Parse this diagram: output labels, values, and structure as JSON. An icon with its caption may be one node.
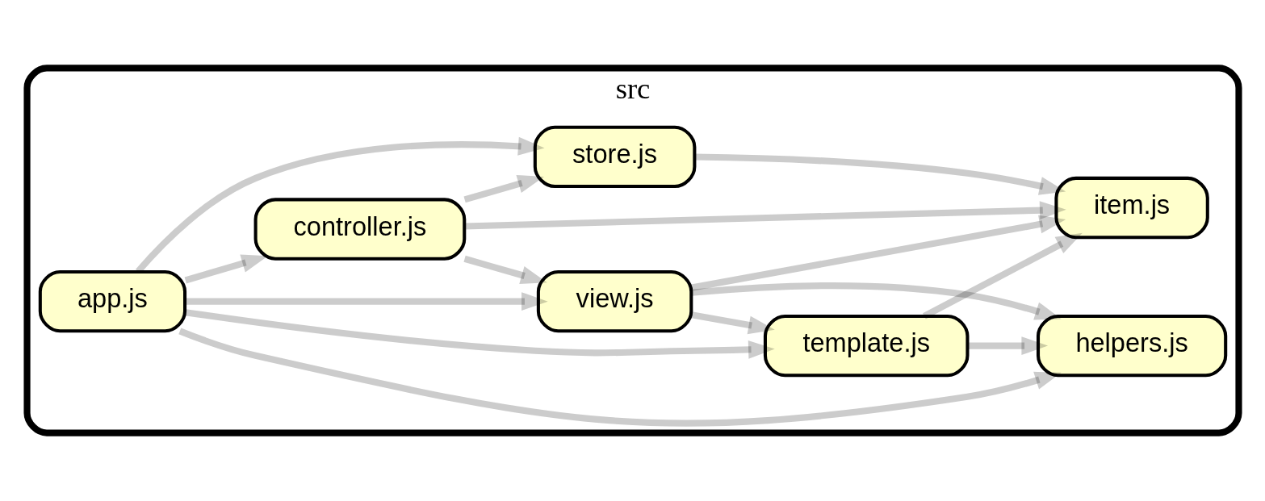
{
  "diagram": {
    "nodes": [
      {
        "text": [
          "src"
        ]
      },
      {
        "text": [
          "app.js"
        ],
        "in": 0
      },
      {
        "text": [
          "template.js"
        ],
        "in": 0
      },
      {
        "text": [
          "helpers.js"
        ],
        "in": 0
      },
      {
        "text": [
          "view.js"
        ],
        "in": 0
      },
      {
        "text": [
          "controller.js"
        ],
        "in": 0
      },
      {
        "text": [
          "item.js"
        ],
        "in": 0
      },
      {
        "text": [
          "store.js"
        ],
        "in": 0
      }
    ],
    "edges": [
      {
        "from": 1,
        "to": 3,
        "arrow": "to"
      },
      {
        "from": 1,
        "to": 2,
        "arrow": "to"
      },
      {
        "from": 1,
        "to": 4,
        "arrow": "to"
      },
      {
        "from": 1,
        "to": 5,
        "arrow": "to"
      },
      {
        "from": 1,
        "to": 7,
        "arrow": "to"
      },
      {
        "from": 2,
        "to": 3,
        "arrow": "to"
      },
      {
        "from": 2,
        "to": 6,
        "arrow": "to"
      },
      {
        "from": 4,
        "to": 2,
        "arrow": "to"
      },
      {
        "from": 4,
        "to": 3,
        "arrow": "to"
      },
      {
        "from": 4,
        "to": 6,
        "arrow": "to"
      },
      {
        "from": 5,
        "to": 4,
        "arrow": "to"
      },
      {
        "from": 5,
        "to": 6,
        "arrow": "to"
      },
      {
        "from": 5,
        "to": 7,
        "arrow": "to"
      },
      {
        "from": 7,
        "to": 6,
        "arrow": "to"
      }
    ]
  }
}
